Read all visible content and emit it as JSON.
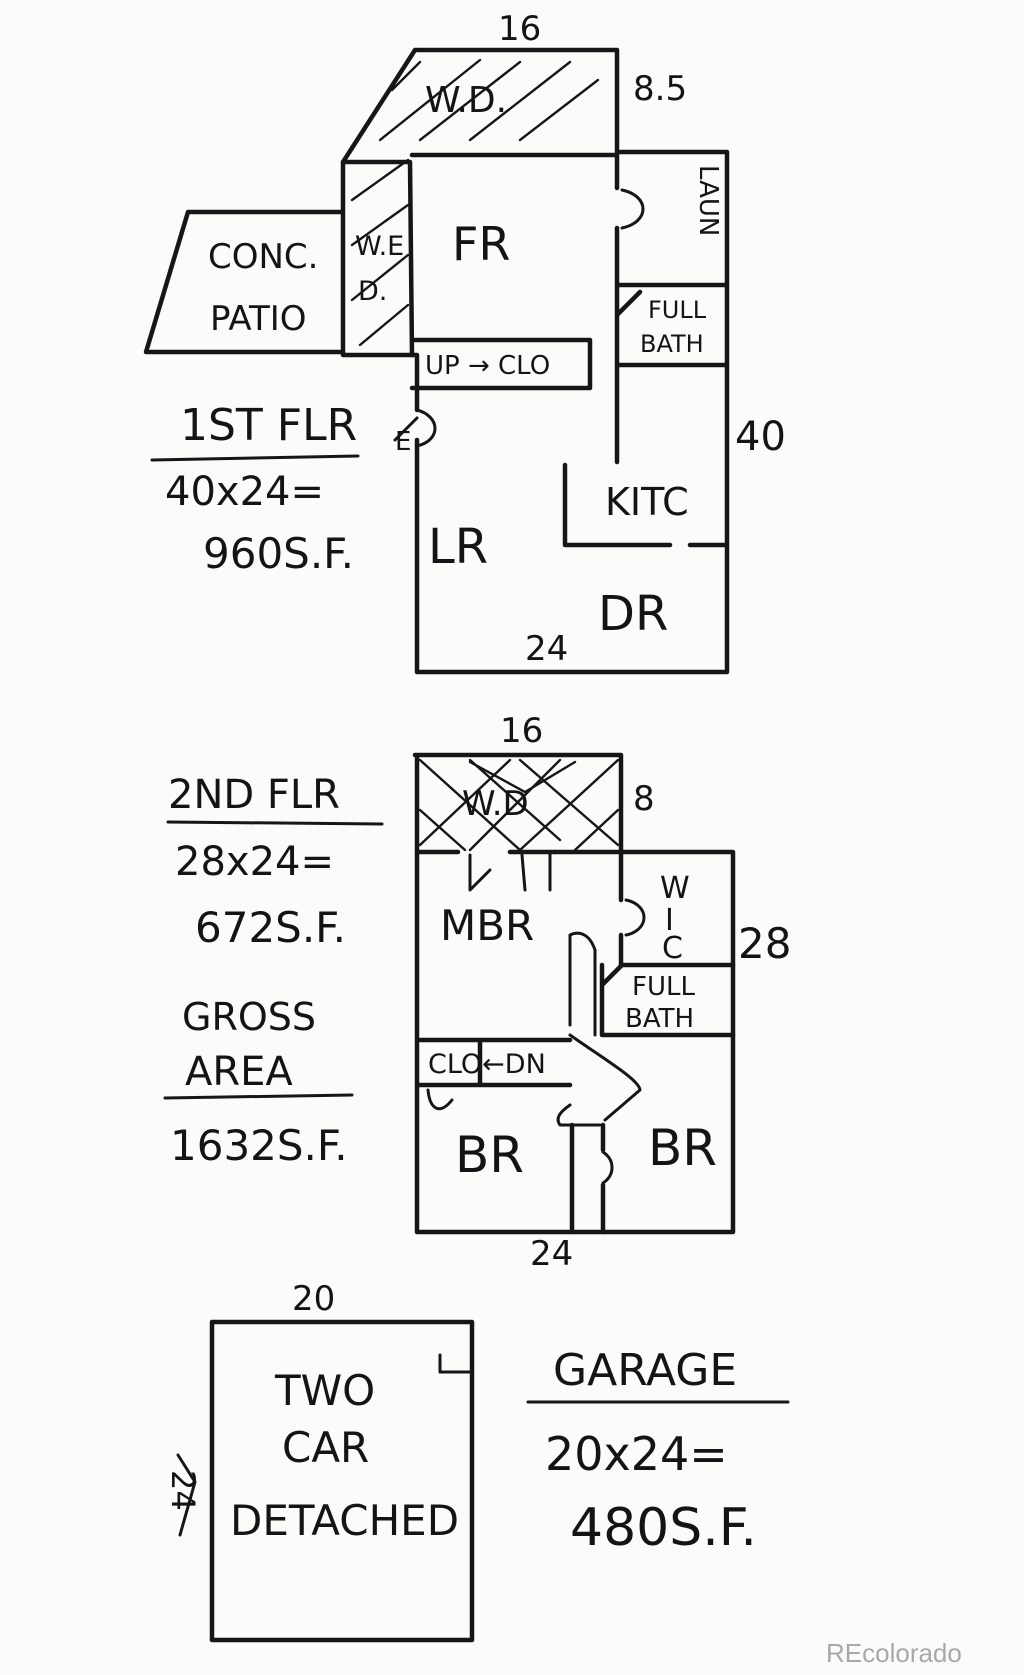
{
  "floor1": {
    "dim_top": "16",
    "dim_top_right": "8.5",
    "dim_right": "40",
    "dim_bottom": "24",
    "rooms": {
      "wd": "W.D.",
      "fr": "FR",
      "laun": "LAUN",
      "we_d_1": "W.E",
      "we_d_2": "D.",
      "patio_1": "CONC.",
      "patio_2": "PATIO",
      "full_bath_1": "FULL",
      "full_bath_2": "BATH",
      "up_clo": "UP → CLO",
      "entry": "E",
      "kitc": "KITC",
      "lr": "LR",
      "dr": "DR"
    },
    "title": "1ST FLR",
    "calc_1": "40x24=",
    "calc_2": "960S.F."
  },
  "floor2": {
    "dim_top": "16",
    "dim_top_right": "8",
    "dim_right": "28",
    "dim_bottom": "24",
    "rooms": {
      "wd": "W.D",
      "mbr": "MBR",
      "wic_1": "W",
      "wic_2": "I",
      "wic_3": "C",
      "full_bath_1": "FULL",
      "full_bath_2": "BATH",
      "clo_dn": "CLO←DN",
      "br_left": "BR",
      "br_right": "BR"
    },
    "title": "2ND FLR",
    "calc_1": "28x24=",
    "calc_2": "672S.F.",
    "gross_1": "GROSS",
    "gross_2": "AREA",
    "gross_3": "1632S.F."
  },
  "garage": {
    "dim_top": "20",
    "dim_left": "24",
    "label_1": "TWO",
    "label_2": "CAR",
    "label_3": "DETACHED",
    "title": "GARAGE",
    "calc_1": "20x24=",
    "calc_2": "480S.F."
  },
  "watermark": "REcolorado"
}
